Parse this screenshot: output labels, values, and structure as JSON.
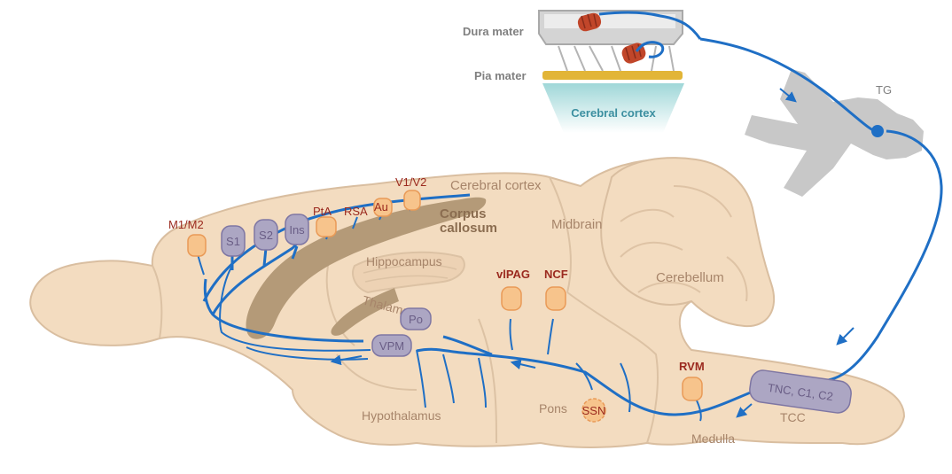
{
  "meninges": {
    "dura_label": "Dura mater",
    "pia_label": "Pia mater",
    "cortex_label": "Cerebral cortex"
  },
  "ganglion": {
    "label": "TG"
  },
  "regions": {
    "cerebral_cortex": "Cerebral cortex",
    "corpus_callosum_line1": "Corpus",
    "corpus_callosum_line2": "callosum",
    "midbrain": "Midbrain",
    "cerebellum": "Cerebellum",
    "hippocampus": "Hippocampus",
    "thalamus": "Thalamus",
    "hypothalamus": "Hypothalamus",
    "pons": "Pons",
    "medulla": "Medulla",
    "tcc": "TCC"
  },
  "cortical_nodes": {
    "m1m2": "M1/M2",
    "s1": "S1",
    "s2": "S2",
    "ins": "Ins",
    "pta": "PtA",
    "rsa": "RSA",
    "au": "Au",
    "v1v2": "V1/V2"
  },
  "subcortical_nodes": {
    "po": "Po",
    "vpm": "VPM",
    "vlpag": "vlPAG",
    "ncf": "NCF",
    "rvm": "RVM",
    "ssn": "SSN",
    "tnc": "TNC, C1, C2"
  },
  "colors": {
    "brain_fill": "#f3dcc0",
    "brain_stroke": "#d9bea0",
    "corpus_fill": "#b49a78",
    "pathway": "#1f6fc5",
    "node_orange": "#f7c48c",
    "node_orange_stroke": "#e99a57",
    "node_purple": "#aca6c3",
    "node_purple_stroke": "#7e76a3",
    "dura": "#c8c8c8",
    "pia": "#e2b537",
    "vessel": "#c1462a"
  }
}
